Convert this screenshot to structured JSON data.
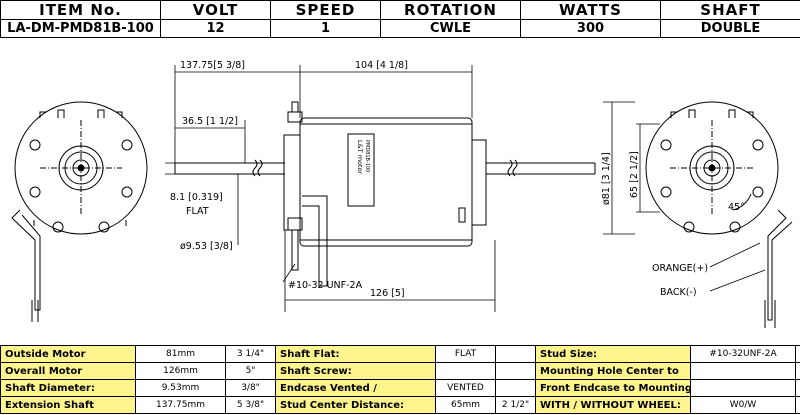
{
  "header_table": {
    "columns": [
      "ITEM No.",
      "VOLT",
      "SPEED",
      "ROTATION",
      "WATTS",
      "SHAFT"
    ],
    "values": [
      "LA-DM-PMD81B-100",
      "12",
      "1",
      "CWLE",
      "300",
      "DOUBLE"
    ]
  },
  "drawing": {
    "dim_extension": "137.75[5 3/8]",
    "dim_body": "104 [4 1/8]",
    "dim_flat_len": "36.5 [1 1/2]",
    "dim_flat": "8.1 [0.319]",
    "flat_label": "FLAT",
    "dim_shaft_dia": "ø9.53 [3/8]",
    "dim_stud": "#10-32 UNF-2A",
    "dim_overall": "126 [5]",
    "dim_outside": "ø81 [3 1/4]",
    "dim_stud_center": "65 [2 1/2]",
    "angle_label": "45°",
    "wire_orange": "ORANGE(+)",
    "wire_black": "BACK(-)",
    "brand_label": "L&T motor",
    "part_label": "PMD81B-100"
  },
  "spec_table": {
    "rows": [
      [
        "Outside Motor",
        "81mm",
        "3 1/4\"",
        "Shaft Flat:",
        "FLAT",
        "",
        "Stud Size:",
        "#10-32UNF-2A",
        ""
      ],
      [
        "Overall Motor",
        "126mm",
        "5\"",
        "Shaft Screw:",
        "",
        "",
        "Mounting Hole Center to",
        "",
        ""
      ],
      [
        "Shaft Diameter:",
        "9.53mm",
        "3/8\"",
        "Endcase Vented /",
        "VENTED",
        "",
        "Front Endcase to Mounting",
        "",
        ""
      ],
      [
        "Extension Shaft",
        "137.75mm",
        "5 3/8\"",
        "Stud Center Distance:",
        "65mm",
        "2 1/2\"",
        "WITH / WITHOUT WHEEL:",
        "W0/W",
        ""
      ]
    ]
  },
  "colors": {
    "label_bg": "#fff58f",
    "line": "#000000"
  }
}
